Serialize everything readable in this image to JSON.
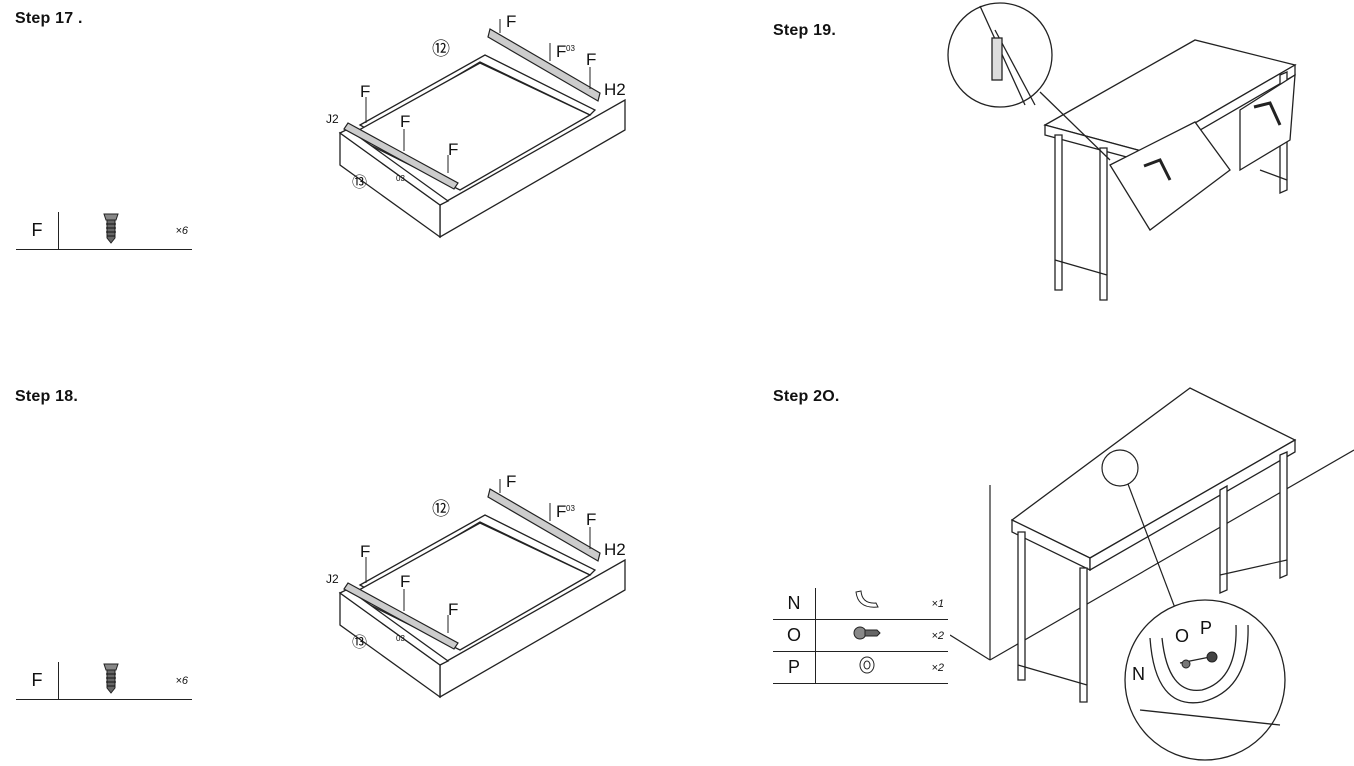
{
  "steps": {
    "s17": {
      "title": "Step 17 .",
      "labels": {
        "F": "F",
        "H2": "H2",
        "J2": "J2",
        "n12": "⑫",
        "n13": "⑬",
        "small": "03"
      }
    },
    "s18": {
      "title": "Step 18.",
      "labels": {
        "F": "F",
        "H2": "H2",
        "J2": "J2",
        "n12": "⑫",
        "n13": "⑬",
        "small": "03"
      }
    },
    "s19": {
      "title": "Step 19."
    },
    "s20": {
      "title": "Step 2O.",
      "detail": {
        "N": "N",
        "O": "O",
        "P": "P"
      }
    }
  },
  "parts_17": [
    {
      "code": "F",
      "qty": "×6",
      "icon": "screw-icon"
    }
  ],
  "parts_18": [
    {
      "code": "F",
      "qty": "×6",
      "icon": "screw-icon"
    }
  ],
  "parts_20": [
    {
      "code": "N",
      "qty": "×1",
      "icon": "bracket-icon"
    },
    {
      "code": "O",
      "qty": "×2",
      "icon": "screw-icon"
    },
    {
      "code": "P",
      "qty": "×2",
      "icon": "washer-icon"
    }
  ]
}
